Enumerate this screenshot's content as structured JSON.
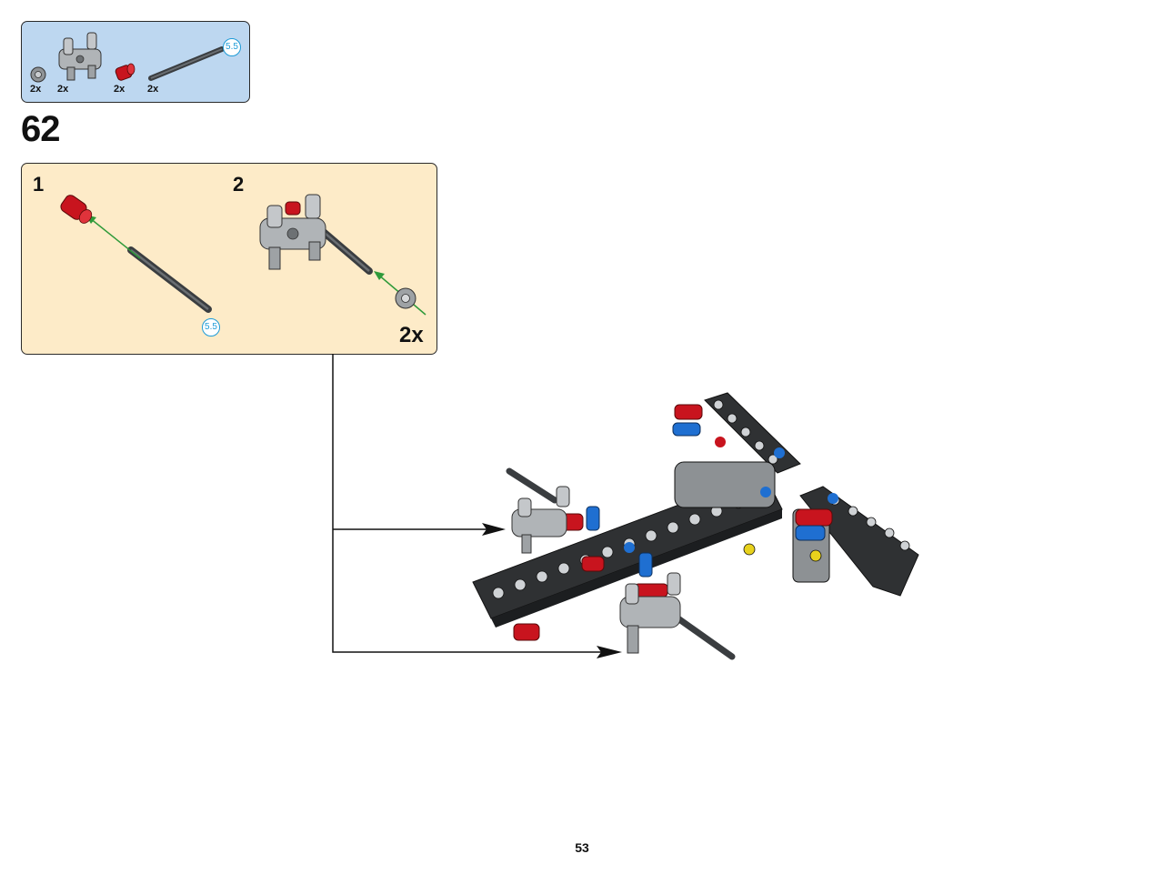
{
  "parts_list": {
    "items": [
      {
        "name": "bush",
        "qty": "2x"
      },
      {
        "name": "cross-block",
        "qty": "2x"
      },
      {
        "name": "red-pin",
        "qty": "2x"
      },
      {
        "name": "axle",
        "qty": "2x",
        "length": "5.5"
      }
    ]
  },
  "step": {
    "number": "62"
  },
  "sub_assembly": {
    "steps": [
      {
        "number": "1",
        "length_badge": "5.5"
      },
      {
        "number": "2"
      }
    ],
    "multiplier": "2x"
  },
  "colors": {
    "parts_bg": "#bdd7f0",
    "sub_bg": "#fdebc8",
    "beam": "#2f3133",
    "red": "#c8141e",
    "blue": "#1f6fd1",
    "light_gray": "#b5b8bb",
    "arrow_green": "#2f9a3a",
    "badge_blue": "#1e9bd7"
  },
  "page": {
    "number": "53"
  }
}
